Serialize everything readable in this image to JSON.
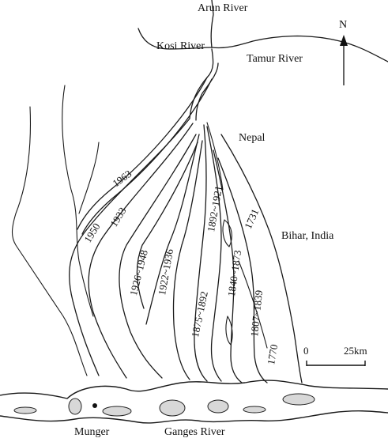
{
  "labels": {
    "arun": "Arun River",
    "kosi": "Kosi River",
    "tamur": "Tamur River",
    "nepal": "Nepal",
    "bihar": "Bihar, India",
    "munger": "Munger",
    "ganges": "Ganges River"
  },
  "north": "N",
  "scale": {
    "zero": "0",
    "distance": "25km"
  },
  "years": {
    "y1963": "1963",
    "y1950": "1950",
    "y1933": "1933",
    "y1926": "1926~1948",
    "y1922": "1922~1936",
    "y1892": "1892~1921",
    "y1731": "1731",
    "y1875": "1875~1892",
    "y1840": "1840~1873",
    "y1807": "1807~1839",
    "y1770": "1770"
  },
  "colors": {
    "ink": "#1a1a1a",
    "sandbar": "#d8d8d8"
  }
}
